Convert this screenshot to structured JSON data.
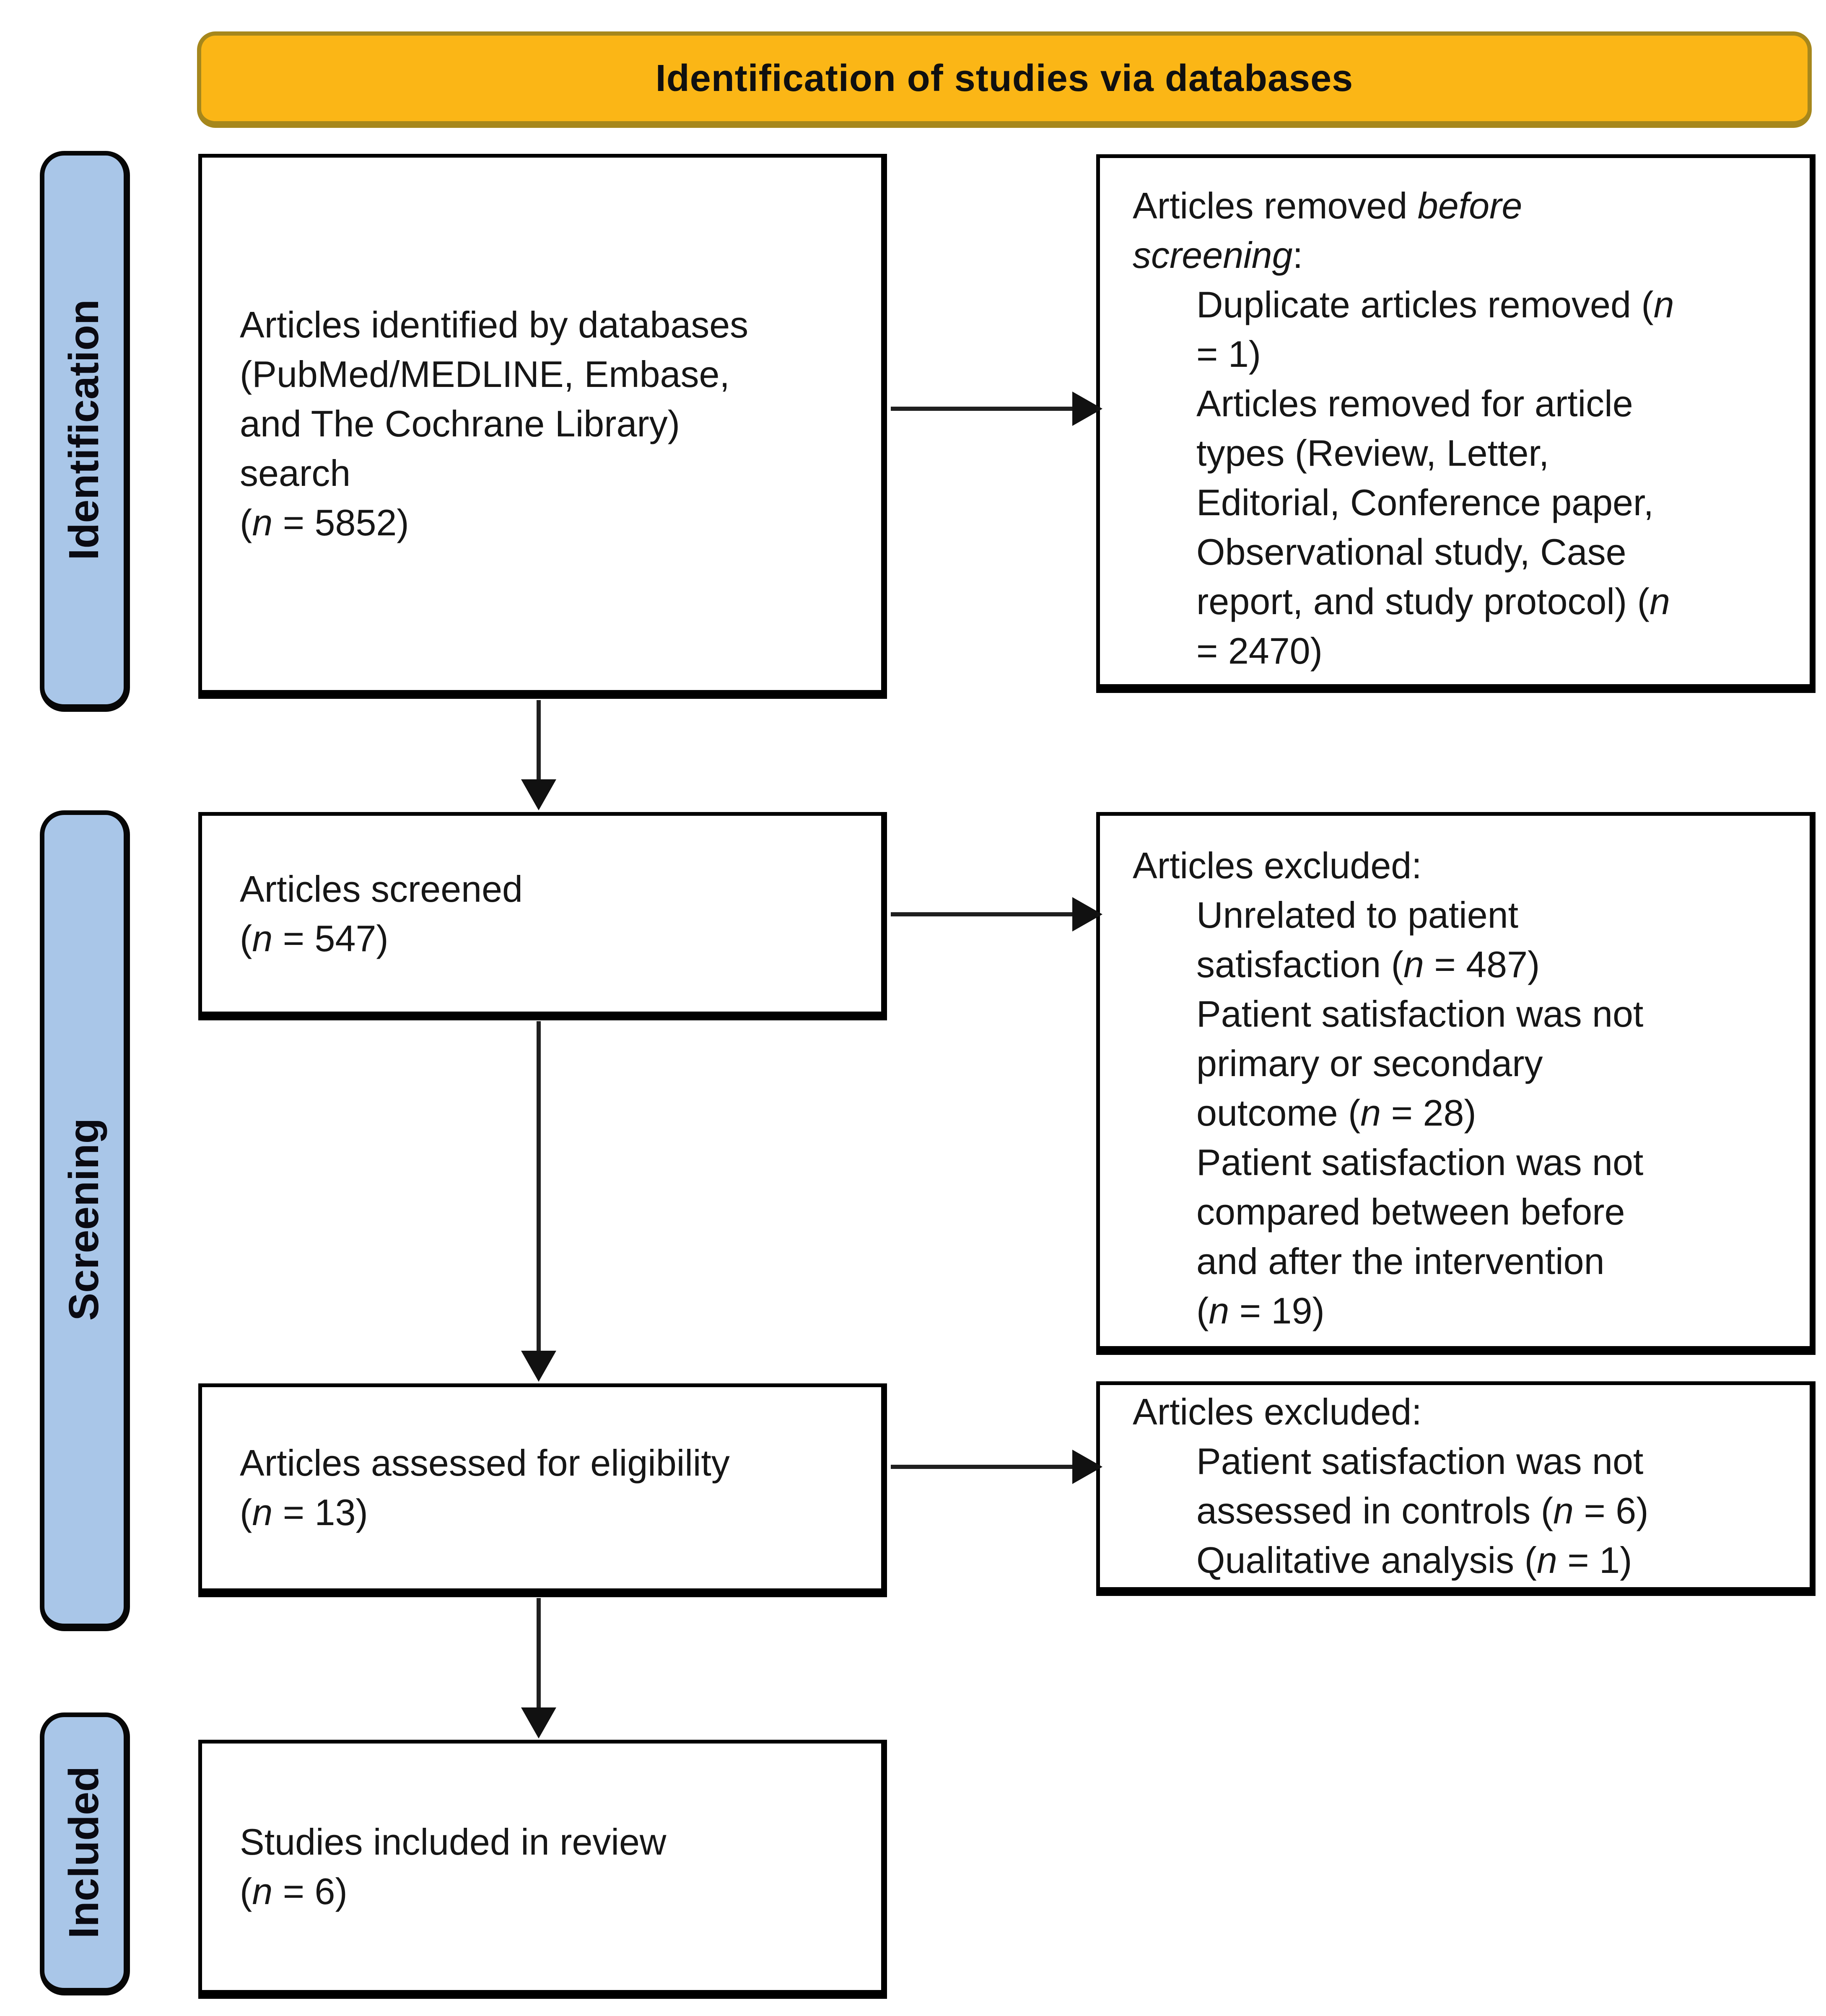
{
  "banner": {
    "label": "Identification of studies via databases"
  },
  "colors": {
    "banner_bg": "#FBB616",
    "banner_border": "#A6871C",
    "stage_bg": "#A9C6E8",
    "text": "#161616"
  },
  "stages": [
    {
      "label": "Identification"
    },
    {
      "label": "Screening"
    },
    {
      "label": "Included"
    }
  ],
  "boxes": {
    "identified": {
      "lines": [
        {
          "ind": 0,
          "runs": [
            {
              "t": "Articles identified by databases"
            }
          ]
        },
        {
          "ind": 0,
          "runs": [
            {
              "t": "(PubMed/MEDLINE, Embase,"
            }
          ]
        },
        {
          "ind": 0,
          "runs": [
            {
              "t": "and The Cochrane Library)"
            }
          ]
        },
        {
          "ind": 0,
          "runs": [
            {
              "t": "search"
            }
          ]
        },
        {
          "ind": 0,
          "runs": [
            {
              "t": "("
            },
            {
              "t": "n",
              "i": true
            },
            {
              "t": " = 5852)"
            }
          ]
        }
      ]
    },
    "removed_before_screening": {
      "lines": [
        {
          "ind": 0,
          "runs": [
            {
              "t": "Articles removed "
            },
            {
              "t": "before",
              "i": true
            }
          ]
        },
        {
          "ind": 0,
          "runs": [
            {
              "t": "screening",
              "i": true
            },
            {
              "t": ":"
            }
          ]
        },
        {
          "ind": 1,
          "runs": [
            {
              "t": "Duplicate articles removed ("
            },
            {
              "t": "n",
              "i": true
            }
          ]
        },
        {
          "ind": 1,
          "runs": [
            {
              "t": "= 1)"
            }
          ]
        },
        {
          "ind": 1,
          "runs": [
            {
              "t": "Articles removed for article"
            }
          ]
        },
        {
          "ind": 1,
          "runs": [
            {
              "t": "types (Review, Letter,"
            }
          ]
        },
        {
          "ind": 1,
          "runs": [
            {
              "t": "Editorial, Conference paper,"
            }
          ]
        },
        {
          "ind": 1,
          "runs": [
            {
              "t": "Observational study, Case"
            }
          ]
        },
        {
          "ind": 1,
          "runs": [
            {
              "t": "report, and study protocol) ("
            },
            {
              "t": "n",
              "i": true
            }
          ]
        },
        {
          "ind": 1,
          "runs": [
            {
              "t": "= 2470)"
            }
          ]
        }
      ]
    },
    "screened": {
      "lines": [
        {
          "ind": 0,
          "runs": [
            {
              "t": "Articles screened"
            }
          ]
        },
        {
          "ind": 0,
          "runs": [
            {
              "t": "("
            },
            {
              "t": "n",
              "i": true
            },
            {
              "t": " = 547)"
            }
          ]
        }
      ]
    },
    "excluded_screening": {
      "lines": [
        {
          "ind": 0,
          "runs": [
            {
              "t": "Articles excluded:"
            }
          ]
        },
        {
          "ind": 1,
          "runs": [
            {
              "t": "Unrelated to patient"
            }
          ]
        },
        {
          "ind": 1,
          "runs": [
            {
              "t": "satisfaction ("
            },
            {
              "t": "n",
              "i": true
            },
            {
              "t": " = 487)"
            }
          ]
        },
        {
          "ind": 1,
          "runs": [
            {
              "t": "Patient satisfaction was not"
            }
          ]
        },
        {
          "ind": 1,
          "runs": [
            {
              "t": "primary or secondary"
            }
          ]
        },
        {
          "ind": 1,
          "runs": [
            {
              "t": "outcome ("
            },
            {
              "t": "n",
              "i": true
            },
            {
              "t": " = 28)"
            }
          ]
        },
        {
          "ind": 1,
          "runs": [
            {
              "t": "Patient satisfaction was not"
            }
          ]
        },
        {
          "ind": 1,
          "runs": [
            {
              "t": "compared between before"
            }
          ]
        },
        {
          "ind": 1,
          "runs": [
            {
              "t": "and after the intervention"
            }
          ]
        },
        {
          "ind": 1,
          "runs": [
            {
              "t": "("
            },
            {
              "t": "n",
              "i": true
            },
            {
              "t": " = 19)"
            }
          ]
        }
      ]
    },
    "assessed": {
      "lines": [
        {
          "ind": 0,
          "runs": [
            {
              "t": "Articles assessed for eligibility"
            }
          ]
        },
        {
          "ind": 0,
          "runs": [
            {
              "t": "("
            },
            {
              "t": "n",
              "i": true
            },
            {
              "t": " = 13)"
            }
          ]
        }
      ]
    },
    "excluded_eligibility": {
      "lines": [
        {
          "ind": 0,
          "runs": [
            {
              "t": "Articles excluded:"
            }
          ]
        },
        {
          "ind": 1,
          "runs": [
            {
              "t": "Patient satisfaction was not"
            }
          ]
        },
        {
          "ind": 1,
          "runs": [
            {
              "t": "assessed in controls ("
            },
            {
              "t": "n",
              "i": true
            },
            {
              "t": " = 6)"
            }
          ]
        },
        {
          "ind": 1,
          "runs": [
            {
              "t": "Qualitative analysis ("
            },
            {
              "t": "n",
              "i": true
            },
            {
              "t": " = 1)"
            }
          ]
        }
      ]
    },
    "included": {
      "lines": [
        {
          "ind": 0,
          "runs": [
            {
              "t": "Studies included in review"
            }
          ]
        },
        {
          "ind": 0,
          "runs": [
            {
              "t": "("
            },
            {
              "t": "n",
              "i": true
            },
            {
              "t": " = 6)"
            }
          ]
        }
      ]
    }
  }
}
